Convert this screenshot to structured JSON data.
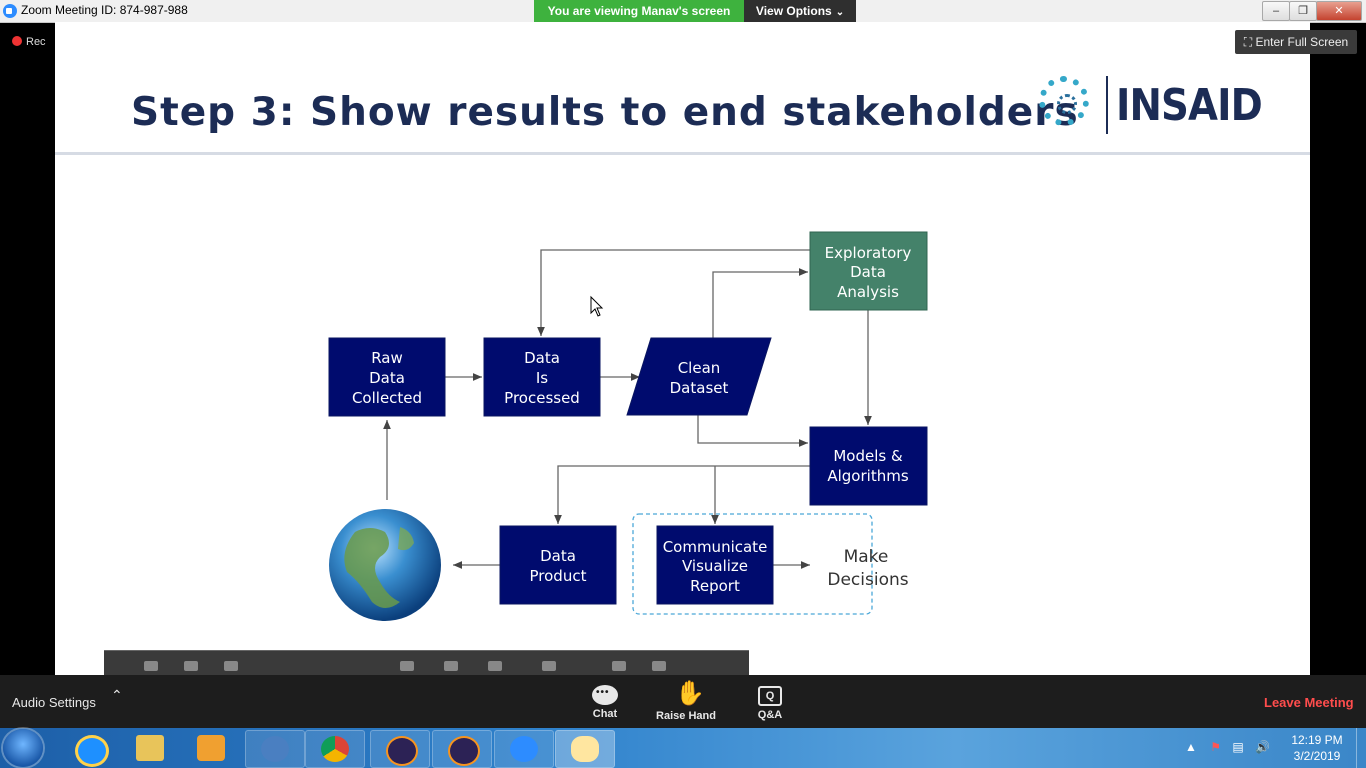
{
  "window": {
    "title": "Zoom Meeting ID: 874-987-988",
    "share_banner": "You are viewing Manav's screen",
    "view_options": "View Options"
  },
  "overlay": {
    "recording_label": "Rec",
    "full_screen_label": "Enter Full Screen"
  },
  "slide": {
    "title": "Step 3: Show results to end stakeholders",
    "logo_text": "INSAID",
    "diagram": {
      "raw_data": [
        "Raw",
        "Data",
        "Collected"
      ],
      "data_processed": [
        "Data",
        "Is",
        "Processed"
      ],
      "clean_dataset": [
        "Clean",
        "Dataset"
      ],
      "eda": [
        "Exploratory",
        "Data",
        "Analysis"
      ],
      "models": [
        "Models &",
        "Algorithms"
      ],
      "data_product": [
        "Data",
        "Product"
      ],
      "communicate": [
        "Communicate",
        "Visualize",
        "Report"
      ],
      "make_decisions": [
        "Make",
        "Decisions"
      ]
    },
    "colors": {
      "node_fill": "#000b6e",
      "eda_fill": "#44826a",
      "title_color": "#1c2c55",
      "logo_accent": "#35a8c9"
    }
  },
  "controls": {
    "audio_settings": "Audio Settings",
    "chat": "Chat",
    "raise_hand": "Raise Hand",
    "qa": "Q&A",
    "leave_meeting": "Leave Meeting"
  },
  "taskbar": {
    "time": "12:19 PM",
    "date": "3/2/2019",
    "apps": [
      "ie-icon",
      "file-explorer-icon",
      "media-player-icon",
      "thunderbird-icon",
      "chrome-icon",
      "eclipse-icon",
      "eclipse-icon",
      "zoom-icon",
      "paint-icon"
    ]
  }
}
